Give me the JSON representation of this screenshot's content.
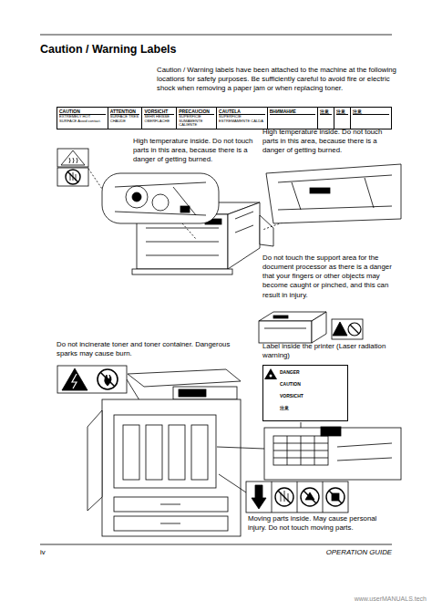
{
  "diagram": {
    "title": "Caution / Warning Labels",
    "nodes": [
      {
        "text": [
          "CAUTION",
          "EXTREMELY HOT SURFACE Avoid contact.",
          "ATTENTION",
          "SURFACE TRES CHAUDE",
          "VORSICHT",
          "SEHR HEISSE OBERFLACHE",
          "PRECAUCION",
          "SUPERFICIE SUMAMENTE CALIENTE",
          "CAUTELA",
          "SUPERFICIE ESTREMAMENTE CALDA",
          "ВНИМАНИЕ",
          "注意",
          "注意",
          "注意"
        ]
      },
      {
        "text": [
          "DANGER",
          "CAUTION",
          "VORSICHT",
          "注意"
        ]
      }
    ],
    "labels": [
      "Caution / Warning labels have been attached to the machine at the following locations for safety purposes. Be sufficiently careful to avoid fire or electric shock when removing a paper jam or when replacing toner.",
      "High temperature inside. Do not touch parts in this area, because there is a danger of getting burned.",
      "High temperature inside. Do not touch parts in this area, because there is a danger of getting burned.",
      "Do not touch the support area for the document processor as there is a danger that your fingers or other objects may become caught or pinched, and this can result in injury.",
      "Do not incinerate toner and toner container. Dangerous sparks may cause burn.",
      "Label inside the printer (Laser radiation warning)",
      "Moving parts inside. May cause personal injury. Do not touch moving parts.",
      "iv",
      "OPERATION GUIDE",
      "www.userMANUALS.tech"
    ]
  }
}
